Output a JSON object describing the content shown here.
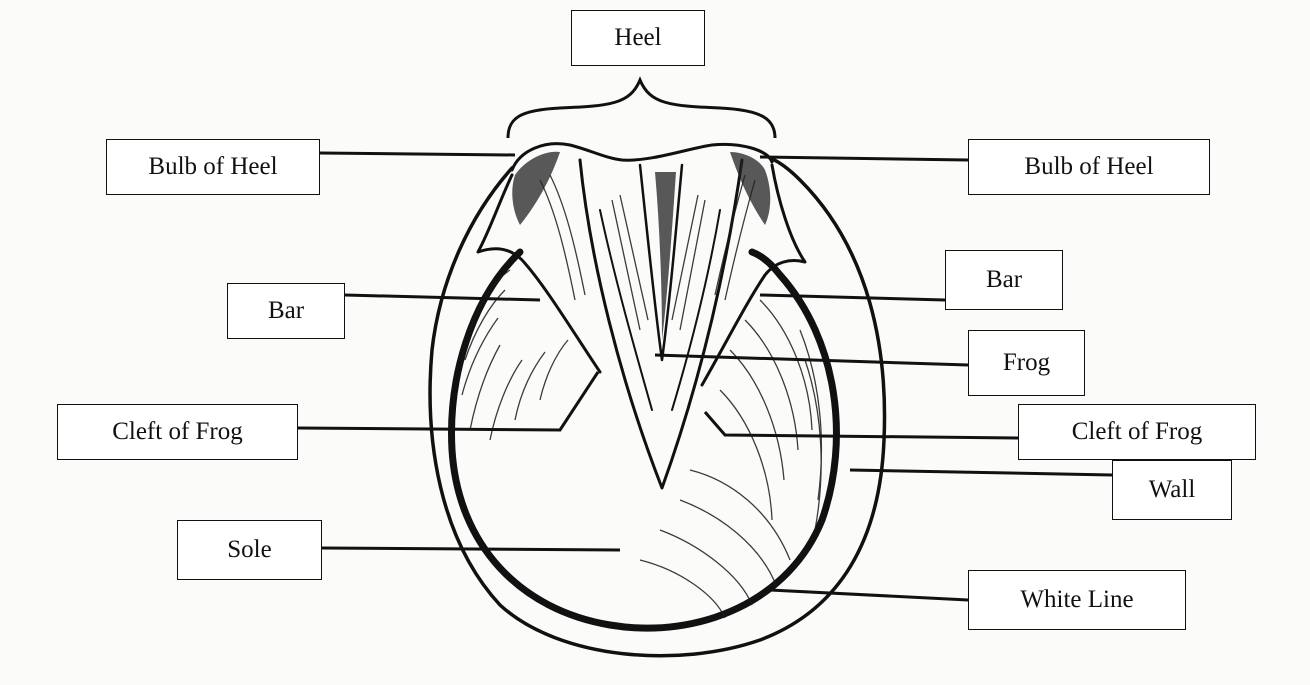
{
  "diagram": {
    "labels": {
      "heel": "Heel",
      "bulb_of_heel_left": "Bulb of Heel",
      "bulb_of_heel_right": "Bulb of Heel",
      "bar_left": "Bar",
      "bar_right": "Bar",
      "frog": "Frog",
      "cleft_of_frog_left": "Cleft of Frog",
      "cleft_of_frog_right": "Cleft of Frog",
      "wall": "Wall",
      "sole": "Sole",
      "white_line": "White Line"
    },
    "colors": {
      "ink": "#111111",
      "paper": "#fbfbfa"
    }
  }
}
